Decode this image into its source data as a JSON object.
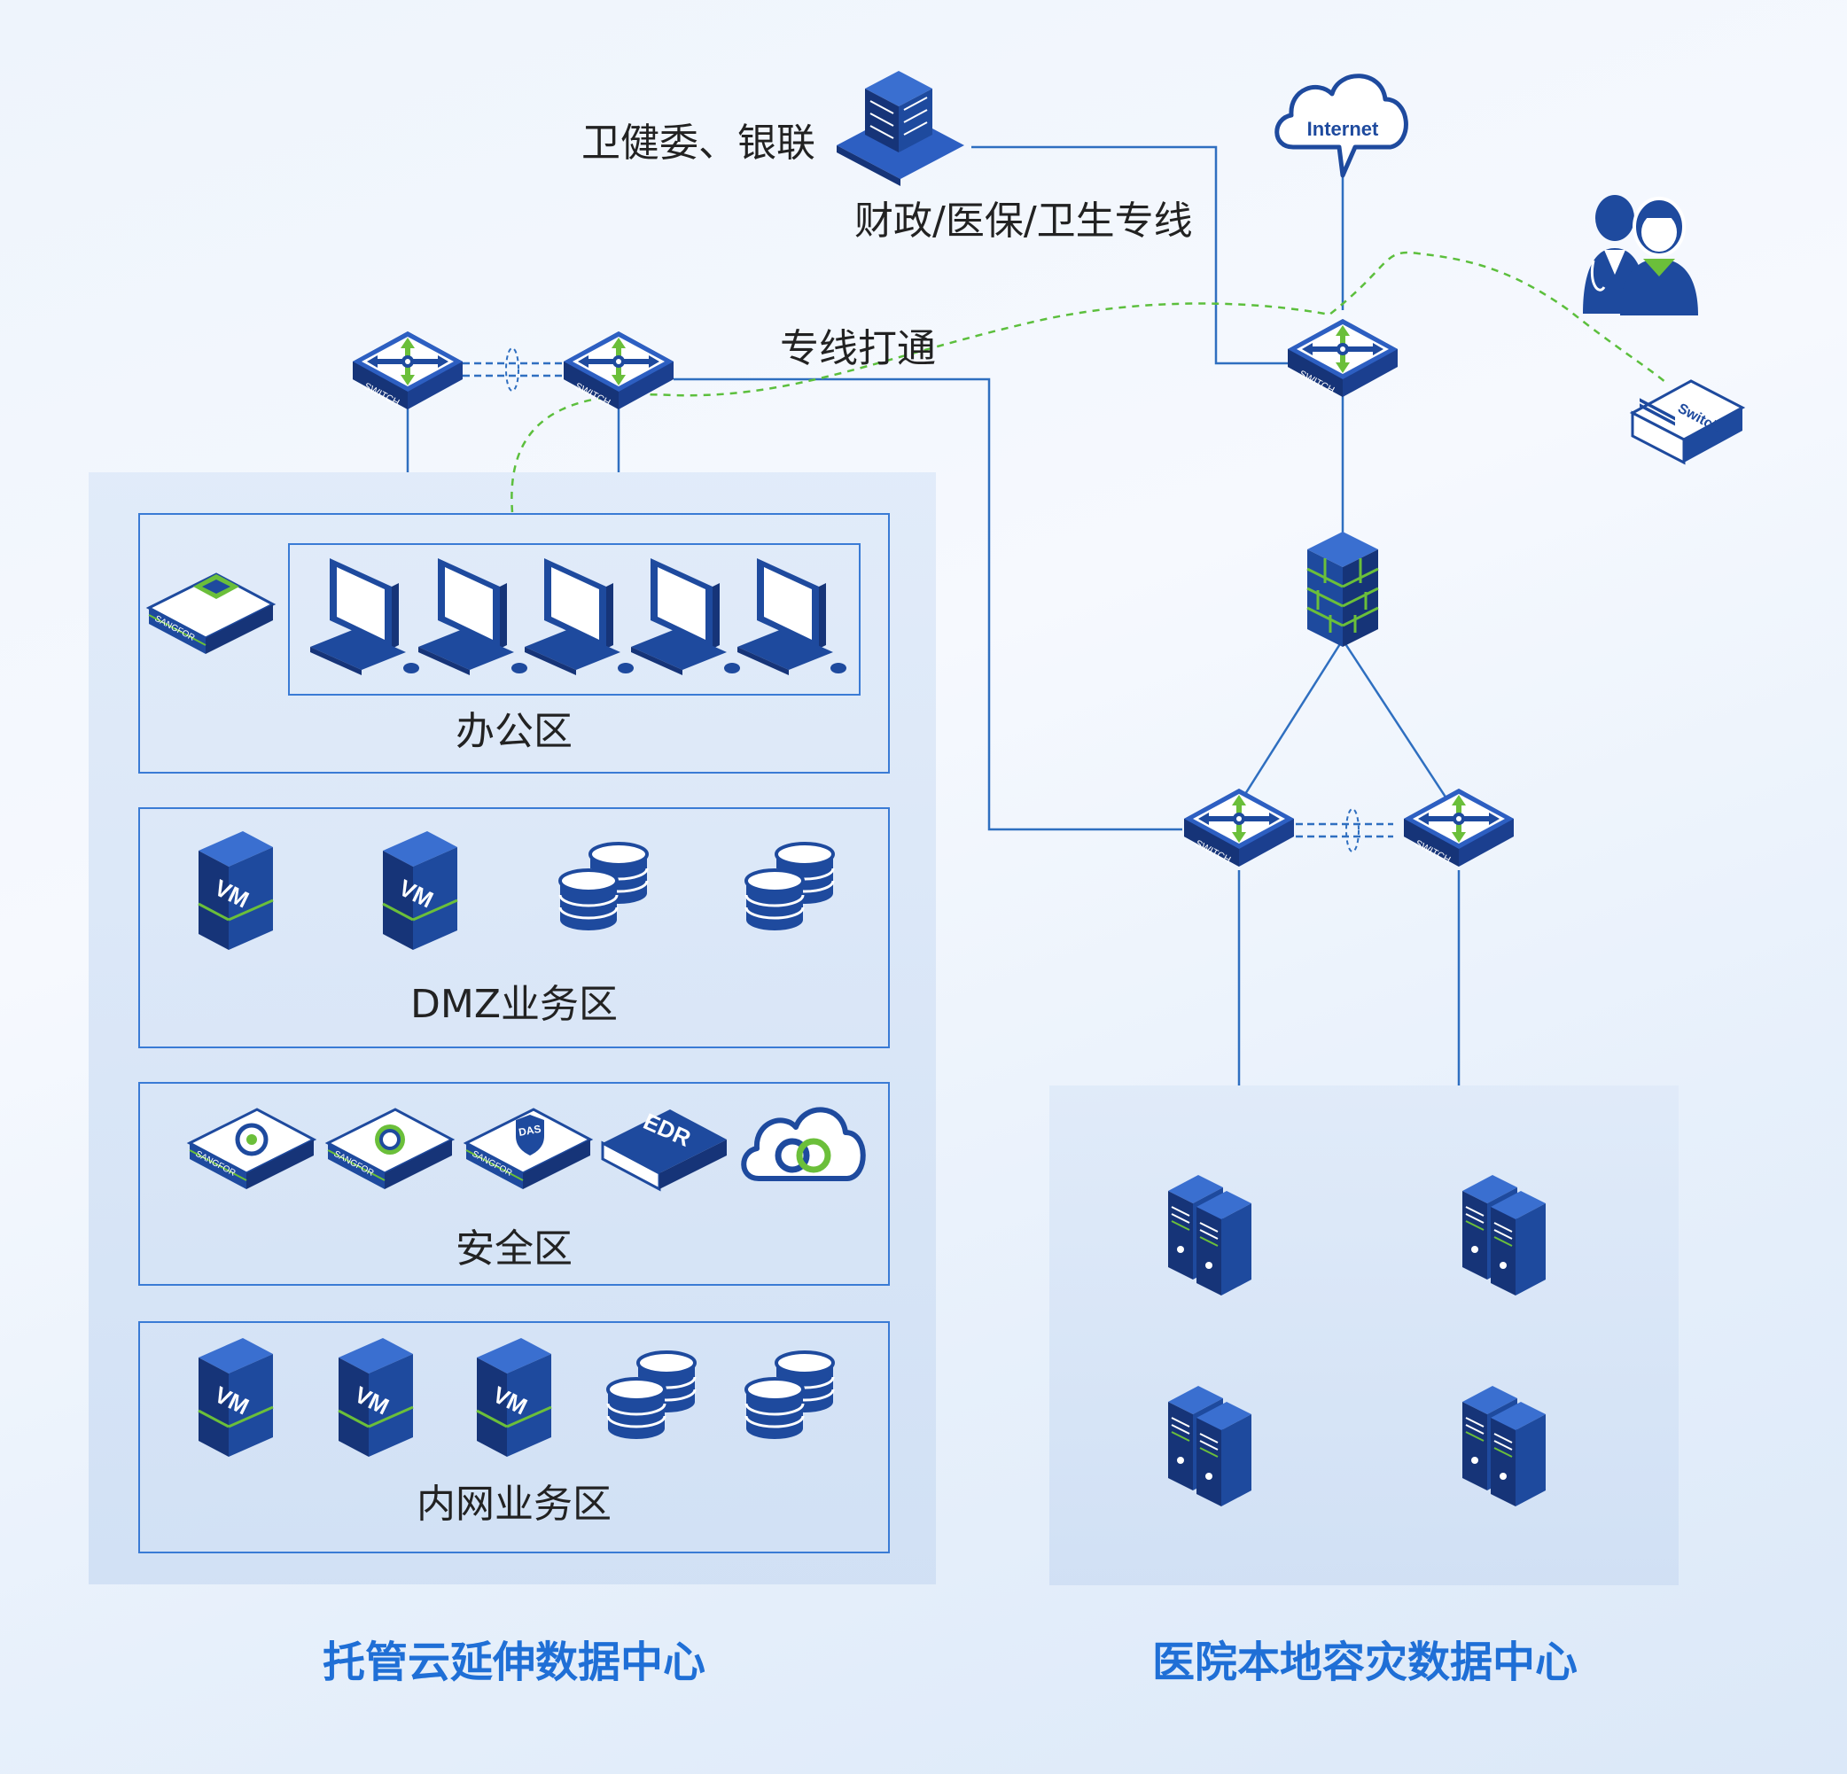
{
  "labels": {
    "gov_bank": "卫健委、银联",
    "finance_line": "财政/医保/卫生专线",
    "dedicated_line": "专线打通",
    "internet": "Internet",
    "office_zone": "办公区",
    "dmz_zone": "DMZ业务区",
    "security_zone": "安全区",
    "intranet_zone": "内网业务区",
    "cloud_dc_title": "托管云延伸数据中心",
    "local_dr_title": "医院本地容灾数据中心",
    "switch_text": "SWITCH",
    "access_switch_text": "Switch",
    "vm_text": "VM",
    "sangfor_text": "SANGFOR",
    "das_text": "DAS",
    "edr_text": "EDR"
  },
  "colors": {
    "primary_blue": "#1e4a9e",
    "line_blue": "#2f6fc0",
    "accent_green": "#6bbf3a",
    "dashed_green": "#5cbf3d",
    "title_blue": "#1f6fd6",
    "zone_border": "#3a7bd5"
  },
  "icons": {
    "building": "building-icon",
    "cloud": "internet-cloud-icon",
    "users": "doctor-user-icon",
    "switch": "core-switch-icon",
    "firewall": "firewall-icon",
    "pc": "desktop-pc-icon",
    "vm": "vm-server-icon",
    "database": "database-icon",
    "appliance": "sangfor-appliance-icon",
    "rack": "rack-server-icon"
  }
}
